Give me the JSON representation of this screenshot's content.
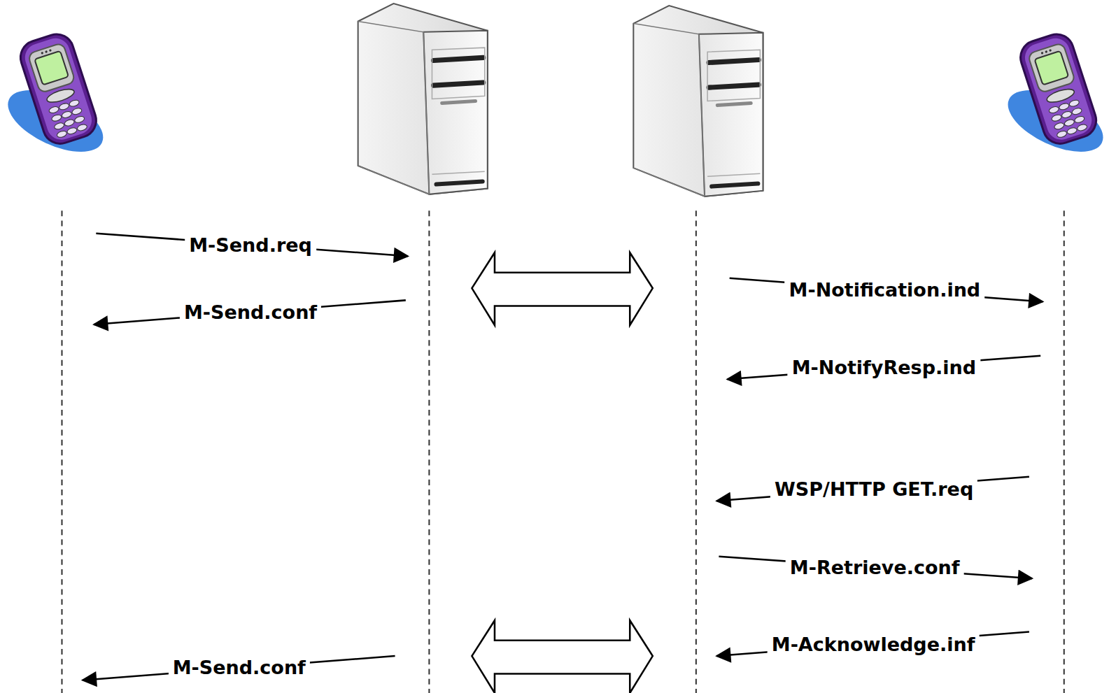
{
  "diagram": {
    "labels": [
      "M-Send.req",
      "M-Send.conf",
      "M-Notification.ind",
      "M-NotifyResp.ind",
      "WSP/HTTP GET.req",
      "M-Retrieve.conf",
      "M-Acknowledge.inf",
      "M-Send.conf"
    ]
  }
}
